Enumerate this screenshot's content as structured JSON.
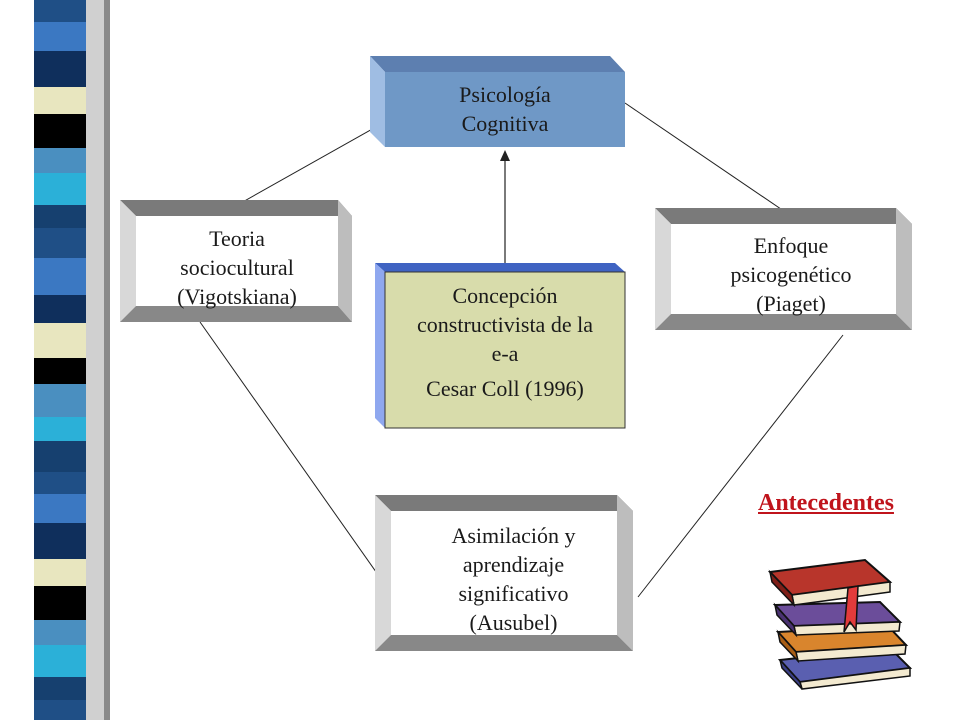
{
  "diagram": {
    "center_top": {
      "lines": [
        "Psicología",
        "Cognitiva"
      ]
    },
    "left": {
      "lines": [
        "Teoria",
        "sociocultural",
        "(Vigotskiana)"
      ]
    },
    "right": {
      "lines": [
        "Enfoque",
        "psicogenético",
        "(Piaget)"
      ]
    },
    "center": {
      "lines": [
        "Concepción",
        "constructivista de la",
        "e-a",
        "Cesar Coll (1996)"
      ]
    },
    "bottom": {
      "lines": [
        "Asimilación y",
        "aprendizaje",
        "significativo",
        "(Ausubel)"
      ]
    }
  },
  "antecedentes_label": "Antecedentes",
  "colors": {
    "top_box": "#6f98c6",
    "top_box_side": "#8fb3da",
    "center_box": "#d8dcab",
    "center_box_shadow": "#5b7fd6",
    "frame_gray": "#c8c8c8",
    "frame_dark": "#8a8a8a",
    "accent_red": "#c0141c"
  },
  "icons": {
    "left_strip": "decorative-square-bullet-strip",
    "books": "stack-of-books-clipart"
  }
}
